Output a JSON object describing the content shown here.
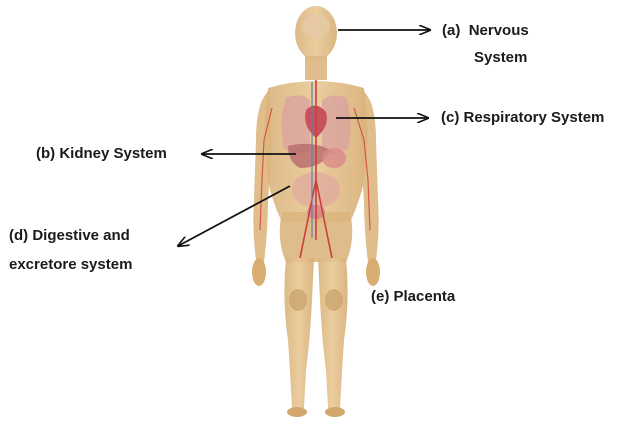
{
  "labels": {
    "nervous": {
      "id": "(a)",
      "line1": "Nervous",
      "line2": "System"
    },
    "kidney": "(b) Kidney System",
    "respiratory": "(c) Respiratory System",
    "digestive": {
      "line1": "(d) Digestive and",
      "line2": "excretore system"
    },
    "placenta": "(e) Placenta"
  },
  "colors": {
    "skin": "#e3c08c",
    "skin_shadow": "#cfa66e",
    "organs": "#d9808a",
    "vessels_red": "#c8413a",
    "vessels_blue": "#6b79b0",
    "arrow": "#111111"
  }
}
